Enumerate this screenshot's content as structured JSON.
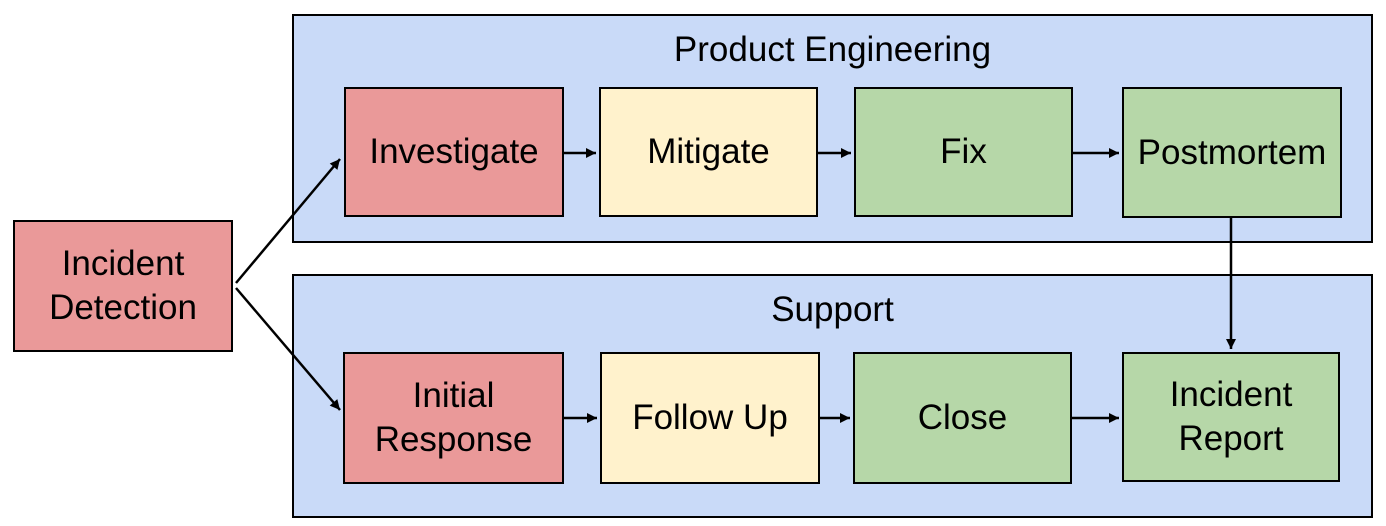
{
  "diagram": {
    "start": {
      "label": "Incident Detection",
      "fill": "#EA9999"
    },
    "lanes": [
      {
        "title": "Product Engineering",
        "nodes": [
          {
            "label": "Investigate",
            "fill": "#EA9999"
          },
          {
            "label": "Mitigate",
            "fill": "#FFF2CC"
          },
          {
            "label": "Fix",
            "fill": "#B6D7A8"
          },
          {
            "label": "Postmortem",
            "fill": "#B6D7A8"
          }
        ]
      },
      {
        "title": "Support",
        "nodes": [
          {
            "label": "Initial Response",
            "fill": "#EA9999"
          },
          {
            "label": "Follow Up",
            "fill": "#FFF2CC"
          },
          {
            "label": "Close",
            "fill": "#B6D7A8"
          },
          {
            "label": "Incident Report",
            "fill": "#B6D7A8"
          }
        ]
      }
    ],
    "edges": [
      {
        "from": "Incident Detection",
        "to": "Investigate"
      },
      {
        "from": "Incident Detection",
        "to": "Initial Response"
      },
      {
        "from": "Investigate",
        "to": "Mitigate"
      },
      {
        "from": "Mitigate",
        "to": "Fix"
      },
      {
        "from": "Fix",
        "to": "Postmortem"
      },
      {
        "from": "Postmortem",
        "to": "Incident Report"
      },
      {
        "from": "Initial Response",
        "to": "Follow Up"
      },
      {
        "from": "Follow Up",
        "to": "Close"
      },
      {
        "from": "Close",
        "to": "Incident Report"
      }
    ],
    "colors": {
      "node_red": "#EA9999",
      "node_yellow": "#FFF2CC",
      "node_green": "#B6D7A8",
      "lane_blue": "#C9DAF8",
      "border": "#000000",
      "background": "#FFFFFF",
      "text": "#000000"
    }
  }
}
